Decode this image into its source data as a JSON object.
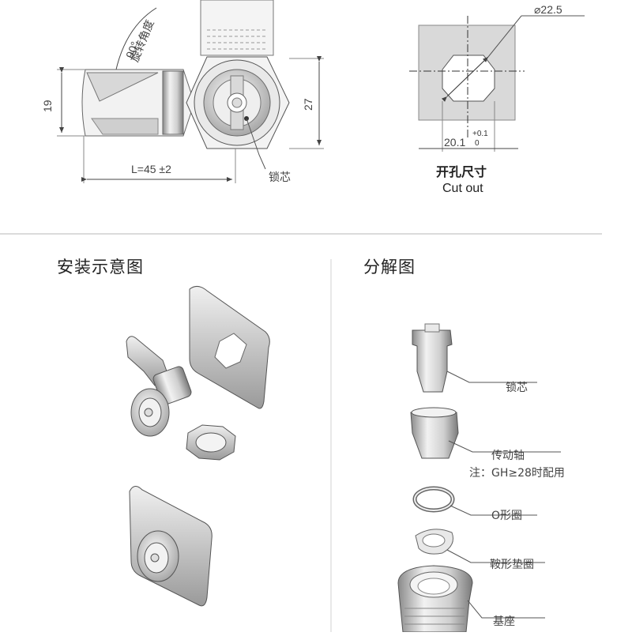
{
  "top_drawing": {
    "rotation_angle": "90°",
    "rotation_label": "旋转角度",
    "height_dim": "19",
    "length_dim": "L=45 ±2",
    "nut_dim": "27",
    "core_label": "锁芯"
  },
  "cutout": {
    "diameter": "⌀22.5",
    "width": "20.1",
    "tol_plus": "+0.1",
    "tol_minus": "0",
    "label_cn": "开孔尺寸",
    "label_en": "Cut out"
  },
  "install_title": "安装示意图",
  "exploded_title": "分解图",
  "parts": [
    {
      "label": "锁芯"
    },
    {
      "label": "传动轴"
    },
    {
      "label": "注：GH≥28时配用"
    },
    {
      "label": "O形圈"
    },
    {
      "label": "鞍形垫圈"
    },
    {
      "label": "基座"
    }
  ],
  "colors": {
    "line": "#555555",
    "metal_light": "#e6e6e6",
    "metal_mid": "#bdbdbd",
    "metal_dark": "#7a7a7a"
  }
}
